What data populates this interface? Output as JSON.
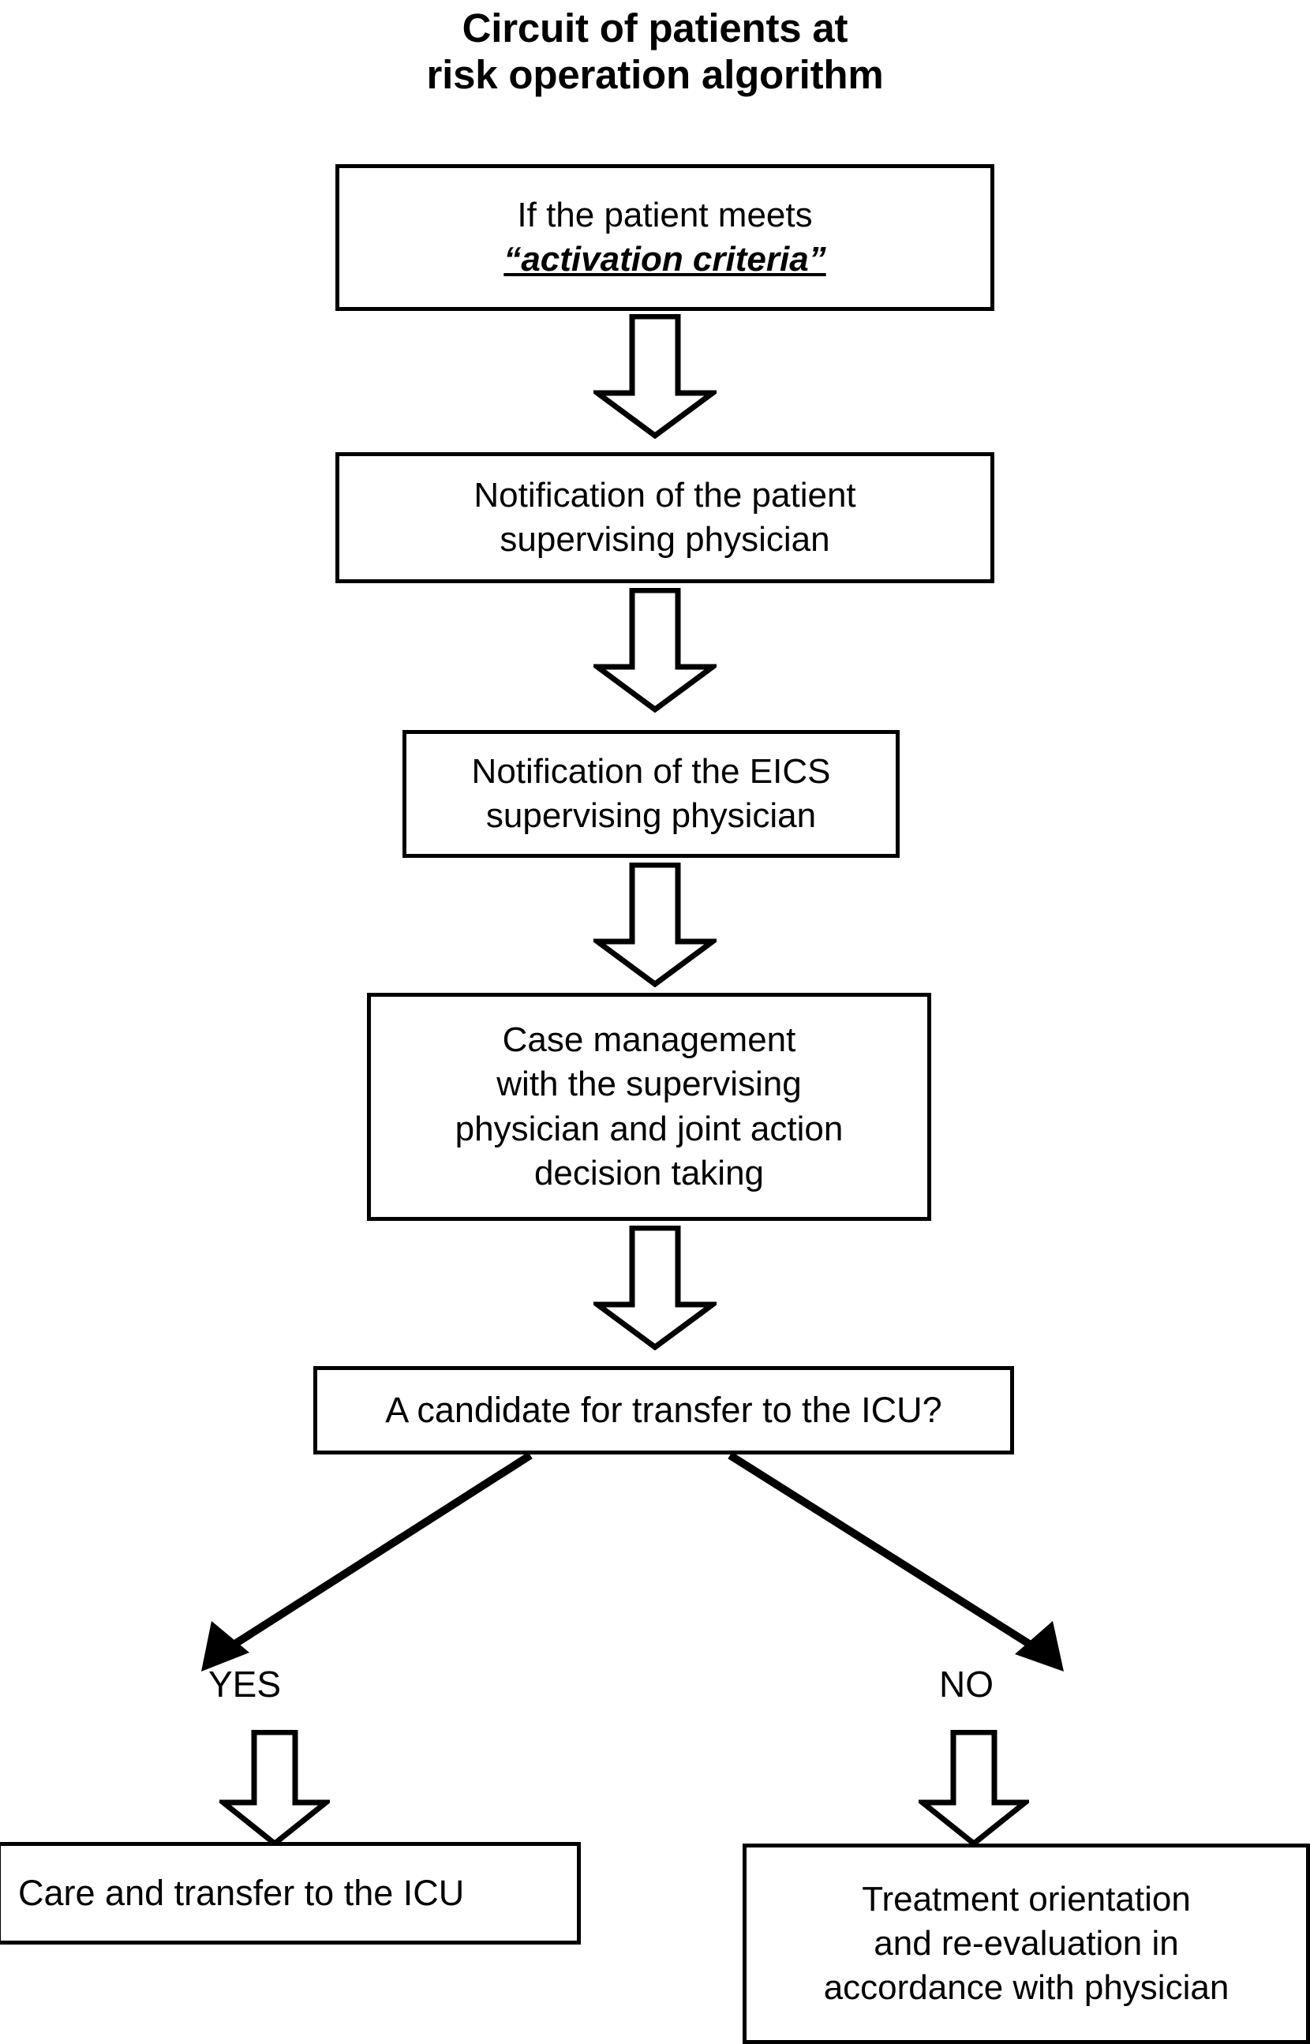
{
  "chart_data": {
    "type": "diagram",
    "diagram_kind": "flowchart",
    "title": "Circuit of patients at risk operation algorithm",
    "nodes": [
      {
        "id": "activation",
        "shape": "rect",
        "text": "If the patient meets “activation criteria”"
      },
      {
        "id": "notify-patient",
        "shape": "rect",
        "text": "Notification of the patient supervising physician"
      },
      {
        "id": "notify-eics",
        "shape": "rect",
        "text": "Notification of the EICS supervising physician"
      },
      {
        "id": "case-mgmt",
        "shape": "rect",
        "text": "Case management with the supervising physician and joint action decision taking"
      },
      {
        "id": "decision",
        "shape": "decision",
        "text": "A candidate for transfer to the ICU?"
      },
      {
        "id": "care-icu",
        "shape": "rect",
        "text": "Care and transfer to the ICU"
      },
      {
        "id": "treatment",
        "shape": "rect",
        "text": "Treatment orientation and re-evaluation in accordance with physician"
      }
    ],
    "edges": [
      {
        "from": "activation",
        "to": "notify-patient",
        "label": "",
        "style": "block-arrow"
      },
      {
        "from": "notify-patient",
        "to": "notify-eics",
        "label": "",
        "style": "block-arrow"
      },
      {
        "from": "notify-eics",
        "to": "case-mgmt",
        "label": "",
        "style": "block-arrow"
      },
      {
        "from": "case-mgmt",
        "to": "decision",
        "label": "",
        "style": "block-arrow"
      },
      {
        "from": "decision",
        "to": "care-icu",
        "label": "YES",
        "style": "diagonal-line-then-block-arrow"
      },
      {
        "from": "decision",
        "to": "treatment",
        "label": "NO",
        "style": "diagonal-line-then-block-arrow"
      }
    ],
    "colors": {
      "stroke": "#000000",
      "fill": "#ffffff",
      "text": "#000000"
    }
  },
  "title": {
    "line1": "Circuit of patients at",
    "line2": "risk operation algorithm"
  },
  "boxes": {
    "activation": {
      "line1": "If the patient meets",
      "line2": "“activation criteria”"
    },
    "notify_patient": {
      "line1": "Notification of the patient",
      "line2": "supervising physician"
    },
    "notify_eics": {
      "line1": "Notification of the EICS",
      "line2": "supervising physician"
    },
    "case_management": {
      "line1": "Case management",
      "line2": "with the supervising",
      "line3": "physician and joint action",
      "line4": "decision taking"
    },
    "decision": {
      "line1": "A candidate for transfer to the ICU?"
    },
    "care_icu": {
      "line1": "Care and transfer to the ICU"
    },
    "treatment": {
      "line1": "Treatment orientation",
      "line2": "and re-evaluation in",
      "line3": "accordance with physician"
    }
  },
  "branches": {
    "yes_label": "YES",
    "no_label": "NO"
  }
}
